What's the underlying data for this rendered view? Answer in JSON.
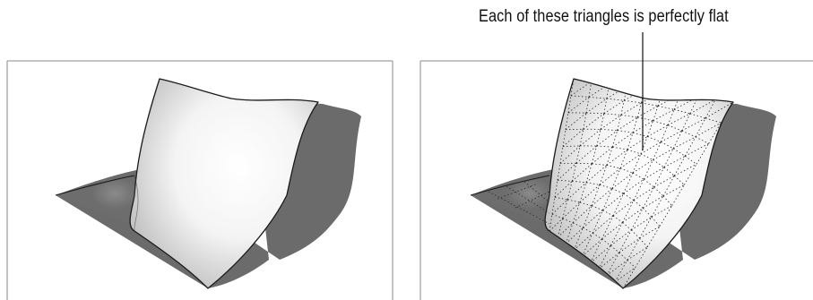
{
  "callout": {
    "text": "Each of these triangles is perfectly flat"
  },
  "panels": [
    {
      "surface_style": "smooth"
    },
    {
      "surface_style": "triangulated"
    }
  ],
  "colors": {
    "frame": "#8a8a8a",
    "shadow": "#6b6b6b",
    "surface_light": "#ffffff",
    "surface_dark": "#c9c9c9",
    "outline": "#1a1a1a",
    "mesh": "#2a2a2a"
  }
}
